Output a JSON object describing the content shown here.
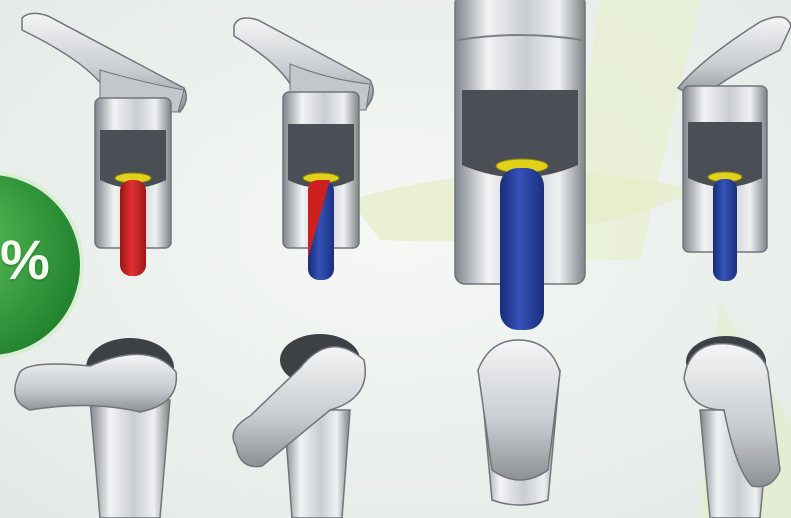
{
  "badge": {
    "text": "%"
  },
  "colors": {
    "hot": "#d21f1f",
    "cold": "#243f9e",
    "ring": "#e0d21a",
    "badge": "#2f9e3a",
    "chrome_light": "#e6e8ea",
    "chrome_dark": "#8a8f95"
  },
  "faucets": [
    {
      "position": "left",
      "water": "hot"
    },
    {
      "position": "center-left",
      "water": "mixed"
    },
    {
      "position": "center",
      "water": "cold"
    },
    {
      "position": "right",
      "water": "cold"
    }
  ]
}
